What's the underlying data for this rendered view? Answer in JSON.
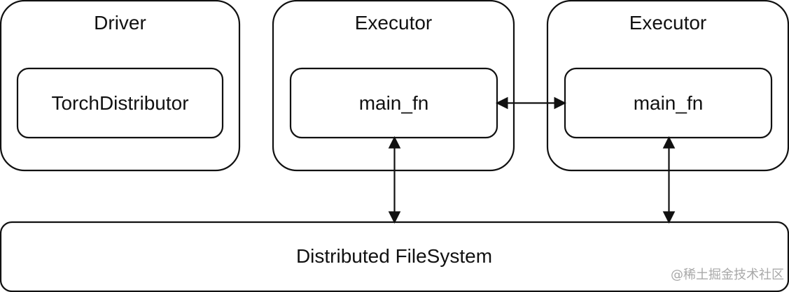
{
  "nodes": {
    "driver": {
      "title": "Driver",
      "child": "TorchDistributor"
    },
    "executor_left": {
      "title": "Executor",
      "child": "main_fn"
    },
    "executor_right": {
      "title": "Executor",
      "child": "main_fn"
    },
    "storage": {
      "label": "Distributed FileSystem"
    }
  },
  "edges": [
    {
      "from": "main_fn",
      "to": "main_fn",
      "direction": "bidirectional"
    },
    {
      "from": "main_fn",
      "to": "Distributed FileSystem",
      "direction": "bidirectional"
    },
    {
      "from": "main_fn",
      "to": "Distributed FileSystem",
      "direction": "bidirectional"
    }
  ],
  "watermark": "@稀土掘金技术社区"
}
